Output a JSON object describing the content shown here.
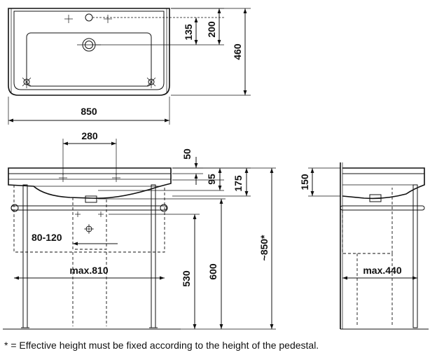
{
  "top_view": {
    "width": "850",
    "depth": "460",
    "tap_offset": "200",
    "drain_offset": "135"
  },
  "front_view": {
    "tap_hole_spacing": "280",
    "rim_to_hole": "50",
    "hole_to_top": "95",
    "height_175": "175",
    "waste_range": "80-120",
    "console_width": "max.810",
    "height_530": "530",
    "height_600": "600",
    "total_height": "~850*"
  },
  "side_view": {
    "bowl_height": "150",
    "console_depth": "max.440"
  },
  "footnote": "* = Effective height must be fixed according to the height of the pedestal."
}
